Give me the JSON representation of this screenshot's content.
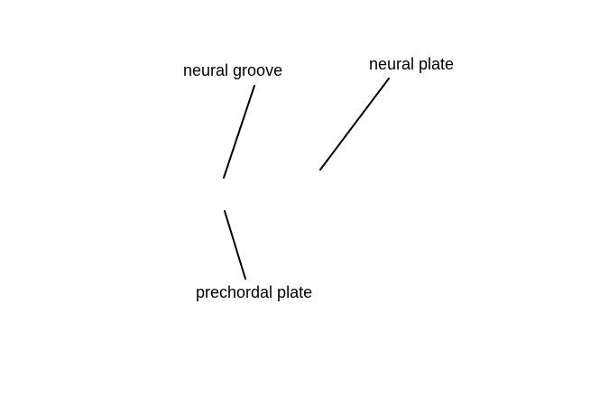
{
  "diagram": {
    "labels": {
      "neural_groove": "neural groove",
      "neural_plate": "neural plate",
      "prechordal_plate": "prechordal plate"
    },
    "colors": {
      "background": "#ffffff",
      "text": "#000000",
      "leader_line": "#000000"
    }
  }
}
